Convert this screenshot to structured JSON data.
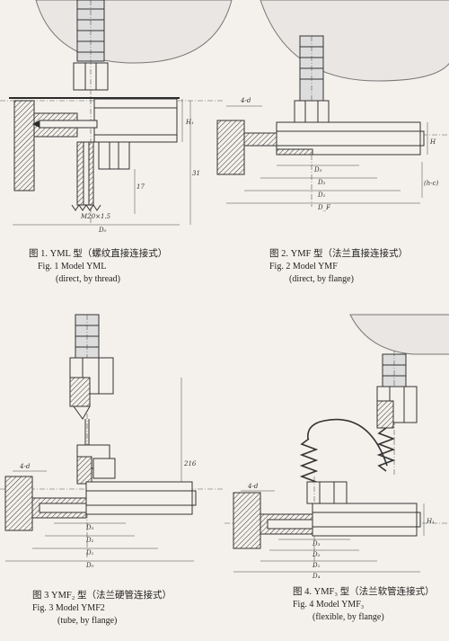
{
  "figures": [
    {
      "id": "fig1",
      "caption_cn": "图 1. YML 型（螺纹直接连接式）",
      "caption_en": "Fig. 1   Model YML",
      "caption_note": "(direct, by thread)",
      "dims": {
        "h1": "H₁",
        "d": "D₀",
        "thread": "M20×1.5",
        "v31": "31",
        "v17": "17"
      }
    },
    {
      "id": "fig2",
      "caption_cn": "图 2. YMF 型（法兰直接连接式）",
      "caption_en": "Fig. 2 Model YMF",
      "caption_note": "(direct, by flange)",
      "dims": {
        "d3": "D₃",
        "d2": "D₂",
        "d1": "D₁",
        "df": "D_F",
        "n": "4-d",
        "h": "H",
        "hr": "(h-c)"
      }
    },
    {
      "id": "fig3",
      "caption_cn": "图 3 YMF₂ 型（法兰硬管连接式）",
      "caption_en": "Fig. 3 Model YMF2",
      "caption_note": "(tube, by flange)",
      "dims": {
        "d3": "D₃",
        "d2": "D₂",
        "d1": "D₁",
        "d0": "D₀",
        "n": "4-d",
        "v216": "216"
      }
    },
    {
      "id": "fig4",
      "caption_cn": "图 4. YMF₃ 型（法兰软管连接式）",
      "caption_en": "Fig. 4 Model YMF₃",
      "caption_note": "(flexible, by flange)",
      "dims": {
        "d3": "D₃",
        "d2": "D₂",
        "d1": "D₁",
        "d4": "D₄",
        "n": "4-d",
        "h1": "H₁"
      }
    }
  ]
}
